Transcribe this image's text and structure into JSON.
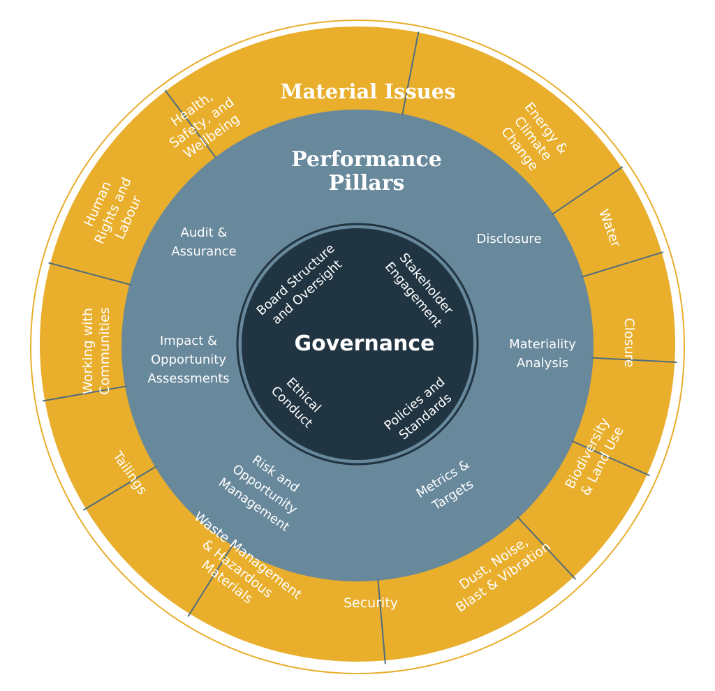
{
  "colors": {
    "outer_ring": "#E8AE2C",
    "middle_ring": "#68889B",
    "center": "#203441",
    "outline": "#E8AE2C",
    "divider": "#4F6C7E",
    "text": "#FFFFFF"
  },
  "material_issues": {
    "title": "Material Issues",
    "items": [
      [
        "Energy &",
        "Climate",
        "Change"
      ],
      [
        "Water"
      ],
      [
        "Closure"
      ],
      [
        "Biodiversity",
        "& Land Use"
      ],
      [
        "Dust, Noise,",
        "Blast & Vibration"
      ],
      [
        "Security"
      ],
      [
        "Waste Management",
        "& Hazardous",
        "Materials"
      ],
      [
        "Tailings"
      ],
      [
        "Working with",
        "Communities"
      ],
      [
        "Human",
        "Rights and",
        "Labour"
      ],
      [
        "Health,",
        "Safety, and",
        "Wellbeing"
      ]
    ]
  },
  "performance_pillars": {
    "title": [
      "Performance",
      "Pillars"
    ],
    "items": [
      [
        "Audit &",
        "Assurance"
      ],
      [
        "Disclosure"
      ],
      [
        "Impact &",
        "Opportunity",
        "Assessments"
      ],
      [
        "Materiality",
        "Analysis"
      ],
      [
        "Risk and",
        "Opportunity",
        "Management"
      ],
      [
        "Metrics &",
        "Targets"
      ]
    ]
  },
  "governance": {
    "title": "Governance",
    "items": [
      [
        "Board Structure",
        "and Oversight"
      ],
      [
        "Stakeholder",
        "Engagement"
      ],
      [
        "Ethical",
        "Conduct"
      ],
      [
        "Policies and",
        "Standards"
      ]
    ]
  }
}
